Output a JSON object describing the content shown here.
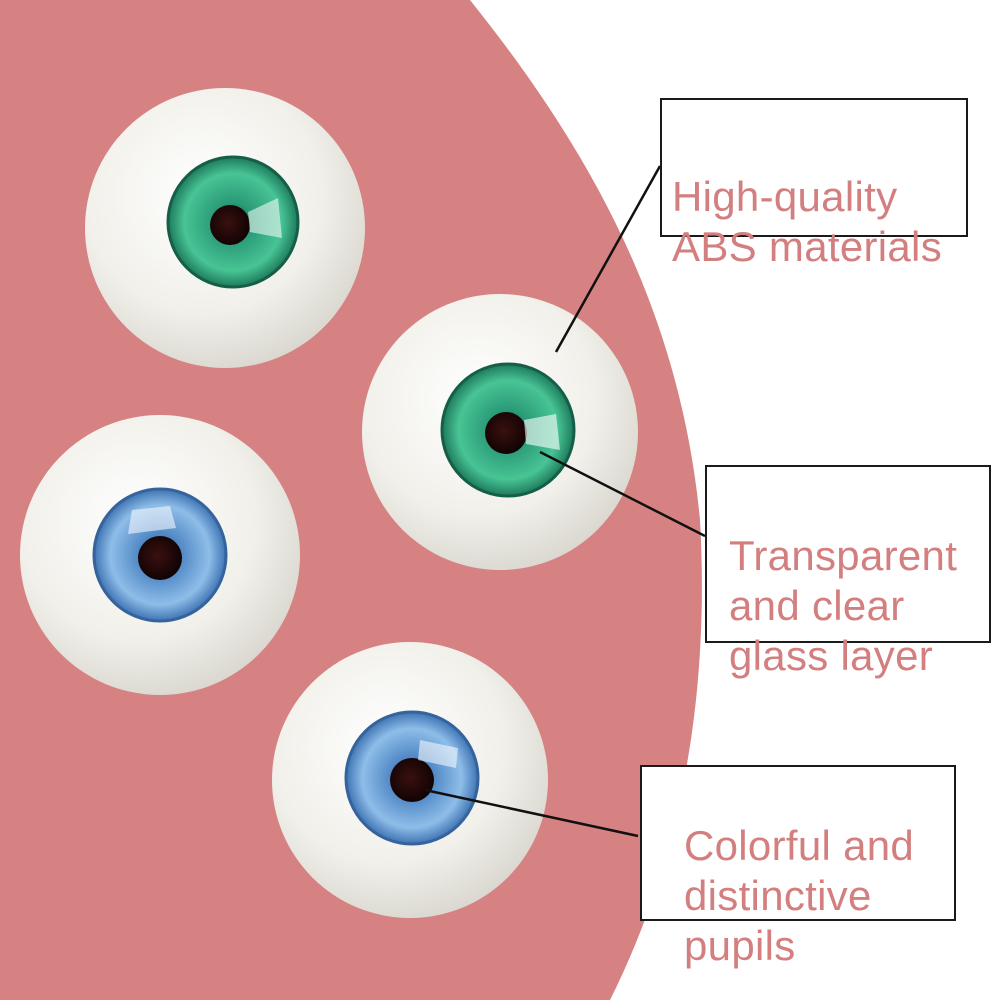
{
  "colors": {
    "background": "#ffffff",
    "backdrop_disc": "#d68282",
    "callout_text": "#d37f7f",
    "callout_border": "#1a1a1a",
    "leader_line": "#111111",
    "sclera": "#f4f3ee",
    "iris_green": "#2fa57c",
    "iris_blue": "#5b92cc",
    "pupil": "#1b0707"
  },
  "callouts": {
    "abs": "High-quality\nABS materials",
    "glass": "Transparent\nand clear\nglass layer",
    "pupils": "Colorful and\ndistinctive\npupils"
  },
  "eyes": [
    {
      "name": "eye-green-top-left",
      "iris": "green"
    },
    {
      "name": "eye-green-center",
      "iris": "green"
    },
    {
      "name": "eye-blue-left",
      "iris": "blue"
    },
    {
      "name": "eye-blue-bottom",
      "iris": "blue"
    }
  ]
}
